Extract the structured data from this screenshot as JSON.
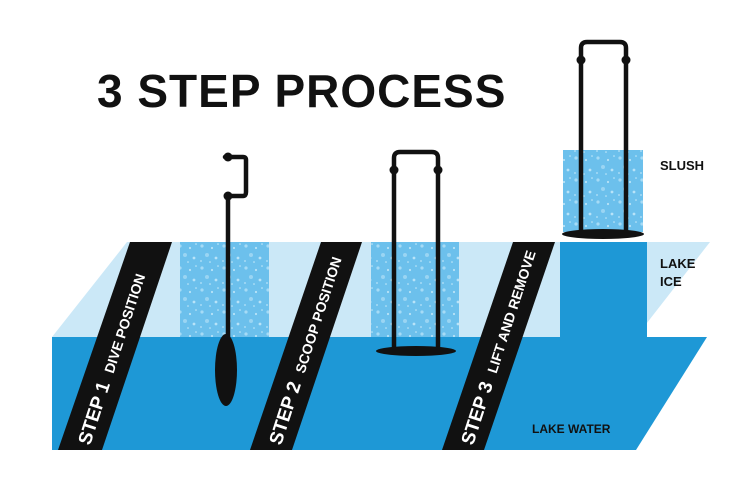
{
  "title": "3 STEP PROCESS",
  "steps": [
    {
      "number": "STEP 1",
      "description": "DIVE POSITION"
    },
    {
      "number": "STEP 2",
      "description": "SCOOP POSITION"
    },
    {
      "number": "STEP 3",
      "description": "LIFT AND REMOVE"
    }
  ],
  "labels": {
    "slush": "SLUSH",
    "lake_ice_line1": "LAKE",
    "lake_ice_line2": "ICE",
    "lake_water": "LAKE WATER"
  },
  "colors": {
    "lake_water": "#1e98d6",
    "lake_ice": "#cbe8f7",
    "slush": "#6cc0ec",
    "stripe": "#111111",
    "tool": "#111111"
  }
}
